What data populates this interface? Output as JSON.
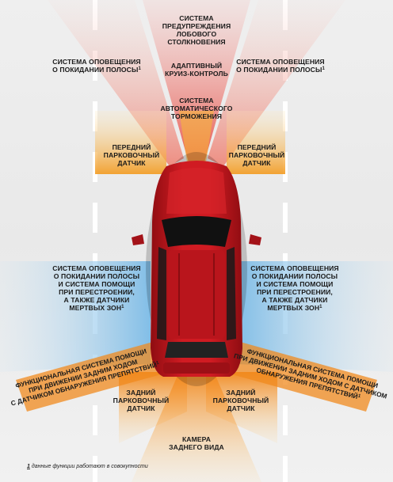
{
  "labels": {
    "collision_warning": [
      "СИСТЕМА",
      "ПРЕДУПРЕЖДЕНИЯ",
      "ЛОБОВОГО",
      "СТОЛКНОВЕНИЯ"
    ],
    "lane_departure_left": [
      "СИСТЕМА ОПОВЕЩЕНИЯ",
      "О ПОКИДАНИИ ПОЛОСЫ"
    ],
    "lane_departure_right": [
      "СИСТЕМА ОПОВЕЩЕНИЯ",
      "О ПОКИДАНИИ ПОЛОСЫ"
    ],
    "adaptive_cruise": [
      "АДАПТИВНЫЙ",
      "КРУИЗ-КОНТРОЛЬ"
    ],
    "auto_braking": [
      "СИСТЕМА",
      "АВТОМАТИЧЕСКОГО",
      "ТОРМОЖЕНИЯ"
    ],
    "front_park_left": [
      "ПЕРЕДНИЙ",
      "ПАРКОВОЧНЫЙ",
      "ДАТЧИК"
    ],
    "front_park_right": [
      "ПЕРЕДНИЙ",
      "ПАРКОВОЧНЫЙ",
      "ДАТЧИК"
    ],
    "blind_spot_left": [
      "СИСТЕМА ОПОВЕЩЕНИЯ",
      "О ПОКИДАНИИ ПОЛОСЫ",
      "И СИСТЕМА ПОМОЩИ",
      "ПРИ ПЕРЕСТРОЕНИИ,",
      "А ТАКЖЕ ДАТЧИКИ",
      "МЕРТВЫХ ЗОН"
    ],
    "blind_spot_right": [
      "СИСТЕМА ОПОВЕЩЕНИЯ",
      "О ПОКИДАНИИ ПОЛОСЫ",
      "И СИСТЕМА ПОМОЩИ",
      "ПРИ ПЕРЕСТРОЕНИИ,",
      "А ТАКЖЕ ДАТЧИКИ",
      "МЕРТВЫХ ЗОН"
    ],
    "reverse_left": [
      "ФУНКЦИОНАЛЬНАЯ СИСТЕМА ПОМОЩИ",
      "ПРИ ДВИЖЕНИИ ЗАДНИМ ХОДОМ",
      "С ДАТЧИКОМ ОБНАРУЖЕНИЯ ПРЕПЯТСТВИЙ"
    ],
    "reverse_right": [
      "ФУНКЦИОНАЛЬНАЯ СИСТЕМА ПОМОЩИ",
      "ПРИ ДВИЖЕНИИ ЗАДНИМ ХОДОМ С ДАТЧИКОМ",
      "ОБНАРУЖЕНИЯ ПРЕПЯТСТВИЙ"
    ],
    "rear_park_left": [
      "ЗАДНИЙ",
      "ПАРКОВОЧНЫЙ",
      "ДАТЧИК"
    ],
    "rear_park_right": [
      "ЗАДНИЙ",
      "ПАРКОВОЧНЫЙ",
      "ДАТЧИК"
    ],
    "rear_camera": [
      "КАМЕРА",
      "ЗАДНЕГО ВИДА"
    ]
  },
  "footnote_mark": "1",
  "footnote_text": "данные функции работают в совокупности",
  "colors": {
    "red_zone": "#e9534a",
    "orange_zone": "#f39a1e",
    "blue_zone": "#93c9ea",
    "car": "#c8161d"
  }
}
